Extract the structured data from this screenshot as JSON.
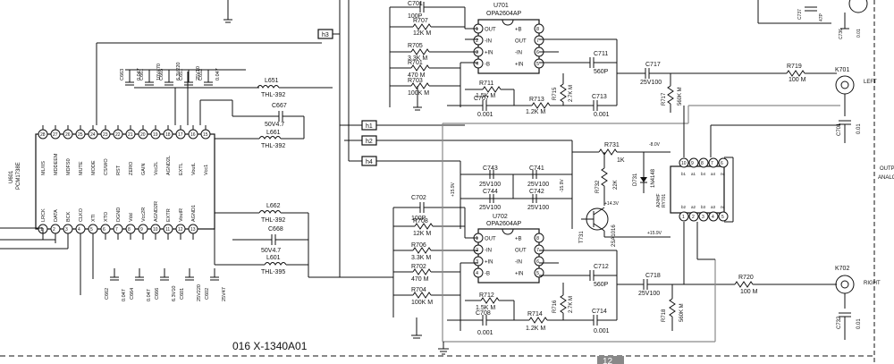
{
  "drawing": {
    "board_code": "016 X-1340A01",
    "page_number_partial": "12"
  },
  "dac": {
    "ref": "U601",
    "part": "PCM1738E",
    "top_pins": [
      {
        "num": "28",
        "name": "ML/IIS"
      },
      {
        "num": "27",
        "name": "MDDEEM"
      },
      {
        "num": "26",
        "name": "MDFS0"
      },
      {
        "num": "25",
        "name": "MUTE"
      },
      {
        "num": "24",
        "name": "MODE"
      },
      {
        "num": "23",
        "name": "CS/WO"
      },
      {
        "num": "22",
        "name": "RST"
      },
      {
        "num": "21",
        "name": "ZERO"
      },
      {
        "num": "20",
        "name": "GAIN"
      },
      {
        "num": "19",
        "name": "Vcc2L"
      },
      {
        "num": "18",
        "name": "AGND2L"
      },
      {
        "num": "17",
        "name": "EXTL"
      },
      {
        "num": "16",
        "name": "VoutL"
      },
      {
        "num": "15",
        "name": "Vcc1"
      }
    ],
    "bottom_pins": [
      {
        "num": "1",
        "name": "LRCK"
      },
      {
        "num": "2",
        "name": "DATA"
      },
      {
        "num": "3",
        "name": "BCK"
      },
      {
        "num": "4",
        "name": "CLKO"
      },
      {
        "num": "5",
        "name": "XTI"
      },
      {
        "num": "6",
        "name": "XTO"
      },
      {
        "num": "7",
        "name": "DGND"
      },
      {
        "num": "8",
        "name": "Vdd"
      },
      {
        "num": "9",
        "name": "Vcc2R"
      },
      {
        "num": "10",
        "name": "AGND2R"
      },
      {
        "num": "11",
        "name": "EXTR"
      },
      {
        "num": "12",
        "name": "VoutR"
      },
      {
        "num": "13",
        "name": "AGND1"
      }
    ]
  },
  "caps_dac_top": [
    {
      "ref": "C663",
      "val": "0.047"
    },
    {
      "ref": "C661",
      "val": "10V470"
    },
    {
      "ref": "C665",
      "val": "6.3V220"
    },
    {
      "ref": "C651",
      "val": "25V10"
    },
    {
      "ref": "C652",
      "val": "0.047"
    }
  ],
  "caps_dac_bottom": [
    {
      "ref": "C662",
      "val": "0.047"
    },
    {
      "ref": "C664",
      "val": "0.047"
    },
    {
      "ref": "C666",
      "val": "6.3V10"
    },
    {
      "ref": "C601",
      "val": "25V220"
    },
    {
      "ref": "C602",
      "val": "25V47"
    }
  ],
  "left_out": {
    "l651": {
      "ref": "L651",
      "val": "THL-392"
    },
    "c667": {
      "ref": "C667",
      "val": "50V4.7"
    },
    "l661": {
      "ref": "L661",
      "val": "THL-392"
    }
  },
  "right_out": {
    "l662": {
      "ref": "L662",
      "val": "THL-392"
    },
    "c668": {
      "ref": "C668",
      "val": "50V4.7"
    },
    "l601": {
      "ref": "L601",
      "val": "THL-395"
    }
  },
  "net_tags": [
    "h3",
    "h1",
    "h2",
    "h4"
  ],
  "u701": {
    "ref": "U701",
    "part": "OPA2604AP",
    "left_pins": [
      {
        "num": "1",
        "name": "OUT"
      },
      {
        "num": "2",
        "name": "-IN"
      },
      {
        "num": "3",
        "name": "+IN"
      },
      {
        "num": "4",
        "name": "-B"
      }
    ],
    "right_pins": [
      {
        "num": "8",
        "name": "+B"
      },
      {
        "num": "7",
        "name": "OUT"
      },
      {
        "num": "6",
        "name": "-IN"
      },
      {
        "num": "5",
        "name": "+IN"
      }
    ]
  },
  "u702": {
    "ref": "U702",
    "part": "OPA2604AP",
    "left_pins": [
      {
        "num": "1",
        "name": "OUT"
      },
      {
        "num": "2",
        "name": "-IN"
      },
      {
        "num": "3",
        "name": "+IN"
      },
      {
        "num": "4",
        "name": "-B"
      }
    ],
    "right_pins": [
      {
        "num": "8",
        "name": "+B"
      },
      {
        "num": "7",
        "name": "OUT"
      },
      {
        "num": "6",
        "name": "-IN"
      },
      {
        "num": "5",
        "name": "+IN"
      }
    ]
  },
  "top_stage": {
    "c701": {
      "ref": "C701",
      "val": "100P"
    },
    "r707": {
      "ref": "R707",
      "val": "12K M"
    },
    "r705": {
      "ref": "R705",
      "val": "3.3K M"
    },
    "r701": {
      "ref": "R701",
      "val": "470 M"
    },
    "r703": {
      "ref": "R703",
      "val": "100K M"
    },
    "r711": {
      "ref": "R711",
      "val": "1.5K M"
    },
    "c707": {
      "ref": "C707",
      "val": "0.001"
    },
    "r713": {
      "ref": "R713",
      "val": "1.2K M"
    },
    "r715": {
      "ref": "R715",
      "val": "2.7K M"
    },
    "c711": {
      "ref": "C711",
      "val": "560P"
    },
    "c713": {
      "ref": "C713",
      "val": "0.001"
    },
    "c717": {
      "ref": "C717",
      "val": "25V100"
    },
    "r717": {
      "ref": "R717",
      "val": "560K M"
    },
    "r719": {
      "ref": "R719",
      "val": "100 M"
    }
  },
  "bottom_stage": {
    "c702": {
      "ref": "C702",
      "val": "100P"
    },
    "r708": {
      "ref": "R708",
      "val": "12K M"
    },
    "r706": {
      "ref": "R706",
      "val": "3.3K M"
    },
    "r702": {
      "ref": "R702",
      "val": "470 M"
    },
    "r704": {
      "ref": "R704",
      "val": "100K M"
    },
    "r712": {
      "ref": "R712",
      "val": "1.5K M"
    },
    "c708": {
      "ref": "C708",
      "val": "0.001"
    },
    "r714": {
      "ref": "R714",
      "val": "1.2K M"
    },
    "r716": {
      "ref": "R716",
      "val": "2.7K M"
    },
    "c712": {
      "ref": "C712",
      "val": "560P"
    },
    "c714": {
      "ref": "C714",
      "val": "0.001"
    },
    "c718": {
      "ref": "C718",
      "val": "25V100"
    },
    "r718": {
      "ref": "R718",
      "val": "560K M"
    },
    "r720": {
      "ref": "R720",
      "val": "100 M"
    }
  },
  "supply": {
    "c743": {
      "ref": "C743",
      "val": "25V100"
    },
    "c741": {
      "ref": "C741",
      "val": "25V100"
    },
    "c744": {
      "ref": "C744",
      "val": "25V100"
    },
    "c742": {
      "ref": "C742",
      "val": "25V100"
    },
    "v_plus": "+15.9V",
    "v_minus": "-15.9V",
    "v_plus2": "+15.9V",
    "v_14": "+14.3V"
  },
  "mute": {
    "r731": {
      "ref": "R731",
      "val": "1K"
    },
    "r732": {
      "ref": "R732",
      "val": "22K"
    },
    "t731": {
      "ref": "T731",
      "val": "2SA1016"
    },
    "d731": {
      "ref": "D731",
      "val": "1N4148"
    },
    "v_neg": "-8.0V",
    "v_pos": "+15.9V",
    "rly_ref": "RY701",
    "rly_part": "A24HF",
    "rly_top_pins": [
      {
        "num": "10",
        "name": "b1"
      },
      {
        "num": "9",
        "name": "a1"
      },
      {
        "num": "8",
        "name": "b4"
      },
      {
        "num": "7",
        "name": "a4"
      },
      {
        "num": "6",
        "name": "nc"
      }
    ],
    "rly_bottom_pins": [
      {
        "num": "1",
        "name": "b2"
      },
      {
        "num": "2",
        "name": "a2"
      },
      {
        "num": "3",
        "name": "b3"
      },
      {
        "num": "4",
        "name": "a3"
      },
      {
        "num": "5",
        "name": "nc"
      }
    ]
  },
  "outputs": {
    "k701": "K701",
    "k702": "K702",
    "left": "LEFT",
    "right": "RIGHT",
    "output_label": "OUTPUT ANALOG",
    "c701b": {
      "ref": "C701",
      "val": "0.01"
    },
    "c732": {
      "ref": "C732",
      "val": "0.01"
    },
    "c737": {
      "ref": "C737",
      "val": "47P"
    },
    "c736": {
      "ref": "C736",
      "val": "0.01"
    }
  }
}
